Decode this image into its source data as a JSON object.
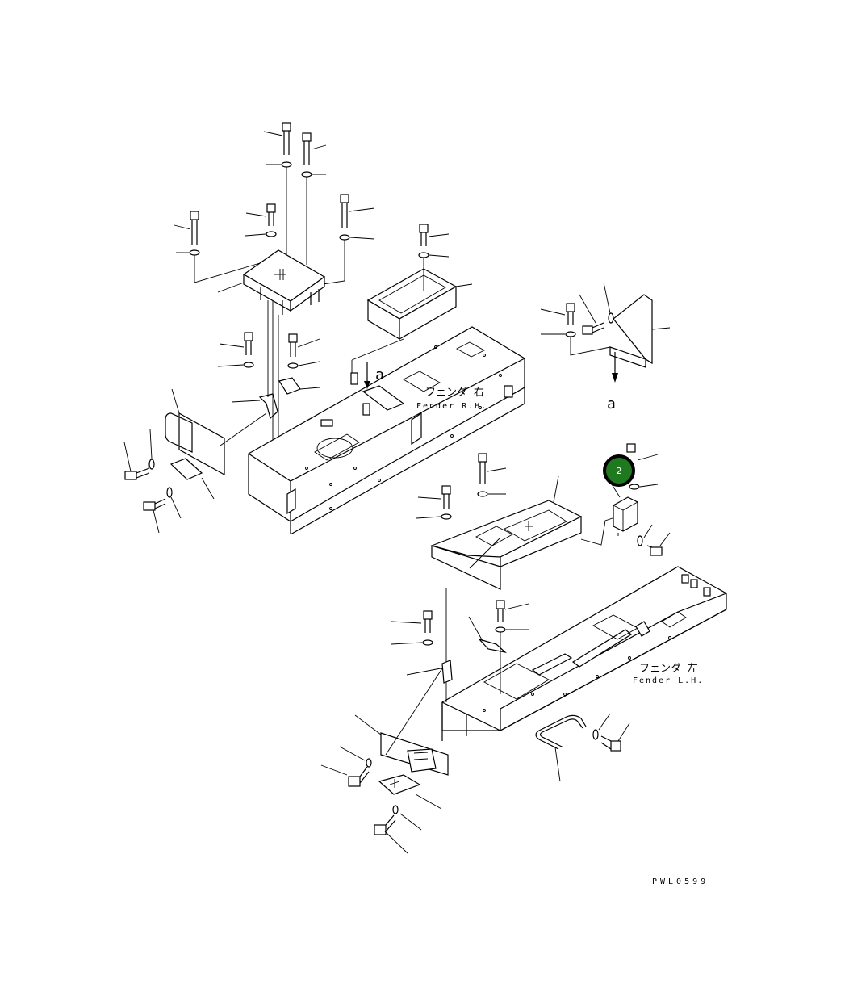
{
  "diagram": {
    "view_ref_label": "a",
    "view_ref_target_label": "a",
    "fender_rh_jp": "フェンダ 右",
    "fender_rh_en": "Fender R.H.",
    "fender_lh_jp": "フェンダ 左",
    "fender_lh_en": "Fender L.H.",
    "drawing_code": "PWL0599",
    "callout_number": "2",
    "marker_color": "#1f7a1f"
  }
}
